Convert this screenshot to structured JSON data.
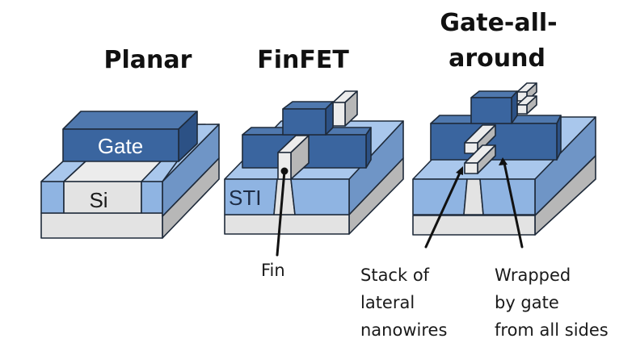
{
  "figure": {
    "subject": "Transistor architectures",
    "panels": [
      {
        "id": "planar",
        "title_lines": [
          "Planar"
        ],
        "inner_labels": {
          "gate": "Gate",
          "substrate": "Si"
        },
        "callouts": []
      },
      {
        "id": "finfet",
        "title_lines": [
          "FinFET"
        ],
        "inner_labels": {
          "isolation": "STI"
        },
        "callouts": [
          {
            "name": "fin",
            "lines": [
              "Fin"
            ]
          }
        ]
      },
      {
        "id": "gaa",
        "title_lines": [
          "Gate-all-",
          "around"
        ],
        "inner_labels": {},
        "callouts": [
          {
            "name": "nanowires",
            "lines": [
              "Stack of",
              "lateral",
              "nanowires"
            ]
          },
          {
            "name": "wrapped",
            "lines": [
              "Wrapped",
              "by gate",
              "from all sides"
            ]
          }
        ]
      }
    ],
    "colors": {
      "gate_front": "#3a659f",
      "gate_top": "#4f78ae",
      "gate_side": "#2c5185",
      "sti_front": "#8fb4e2",
      "sti_top": "#a9c7ec",
      "sti_side": "#6f95c6",
      "silicon_front": "#e3e3e3",
      "silicon_top": "#ececec",
      "silicon_side": "#b7b7b7",
      "gate_label_text": "#ffffff",
      "si_label_text": "#1a1a1a",
      "sti_label_text": "#1d2b44"
    }
  }
}
